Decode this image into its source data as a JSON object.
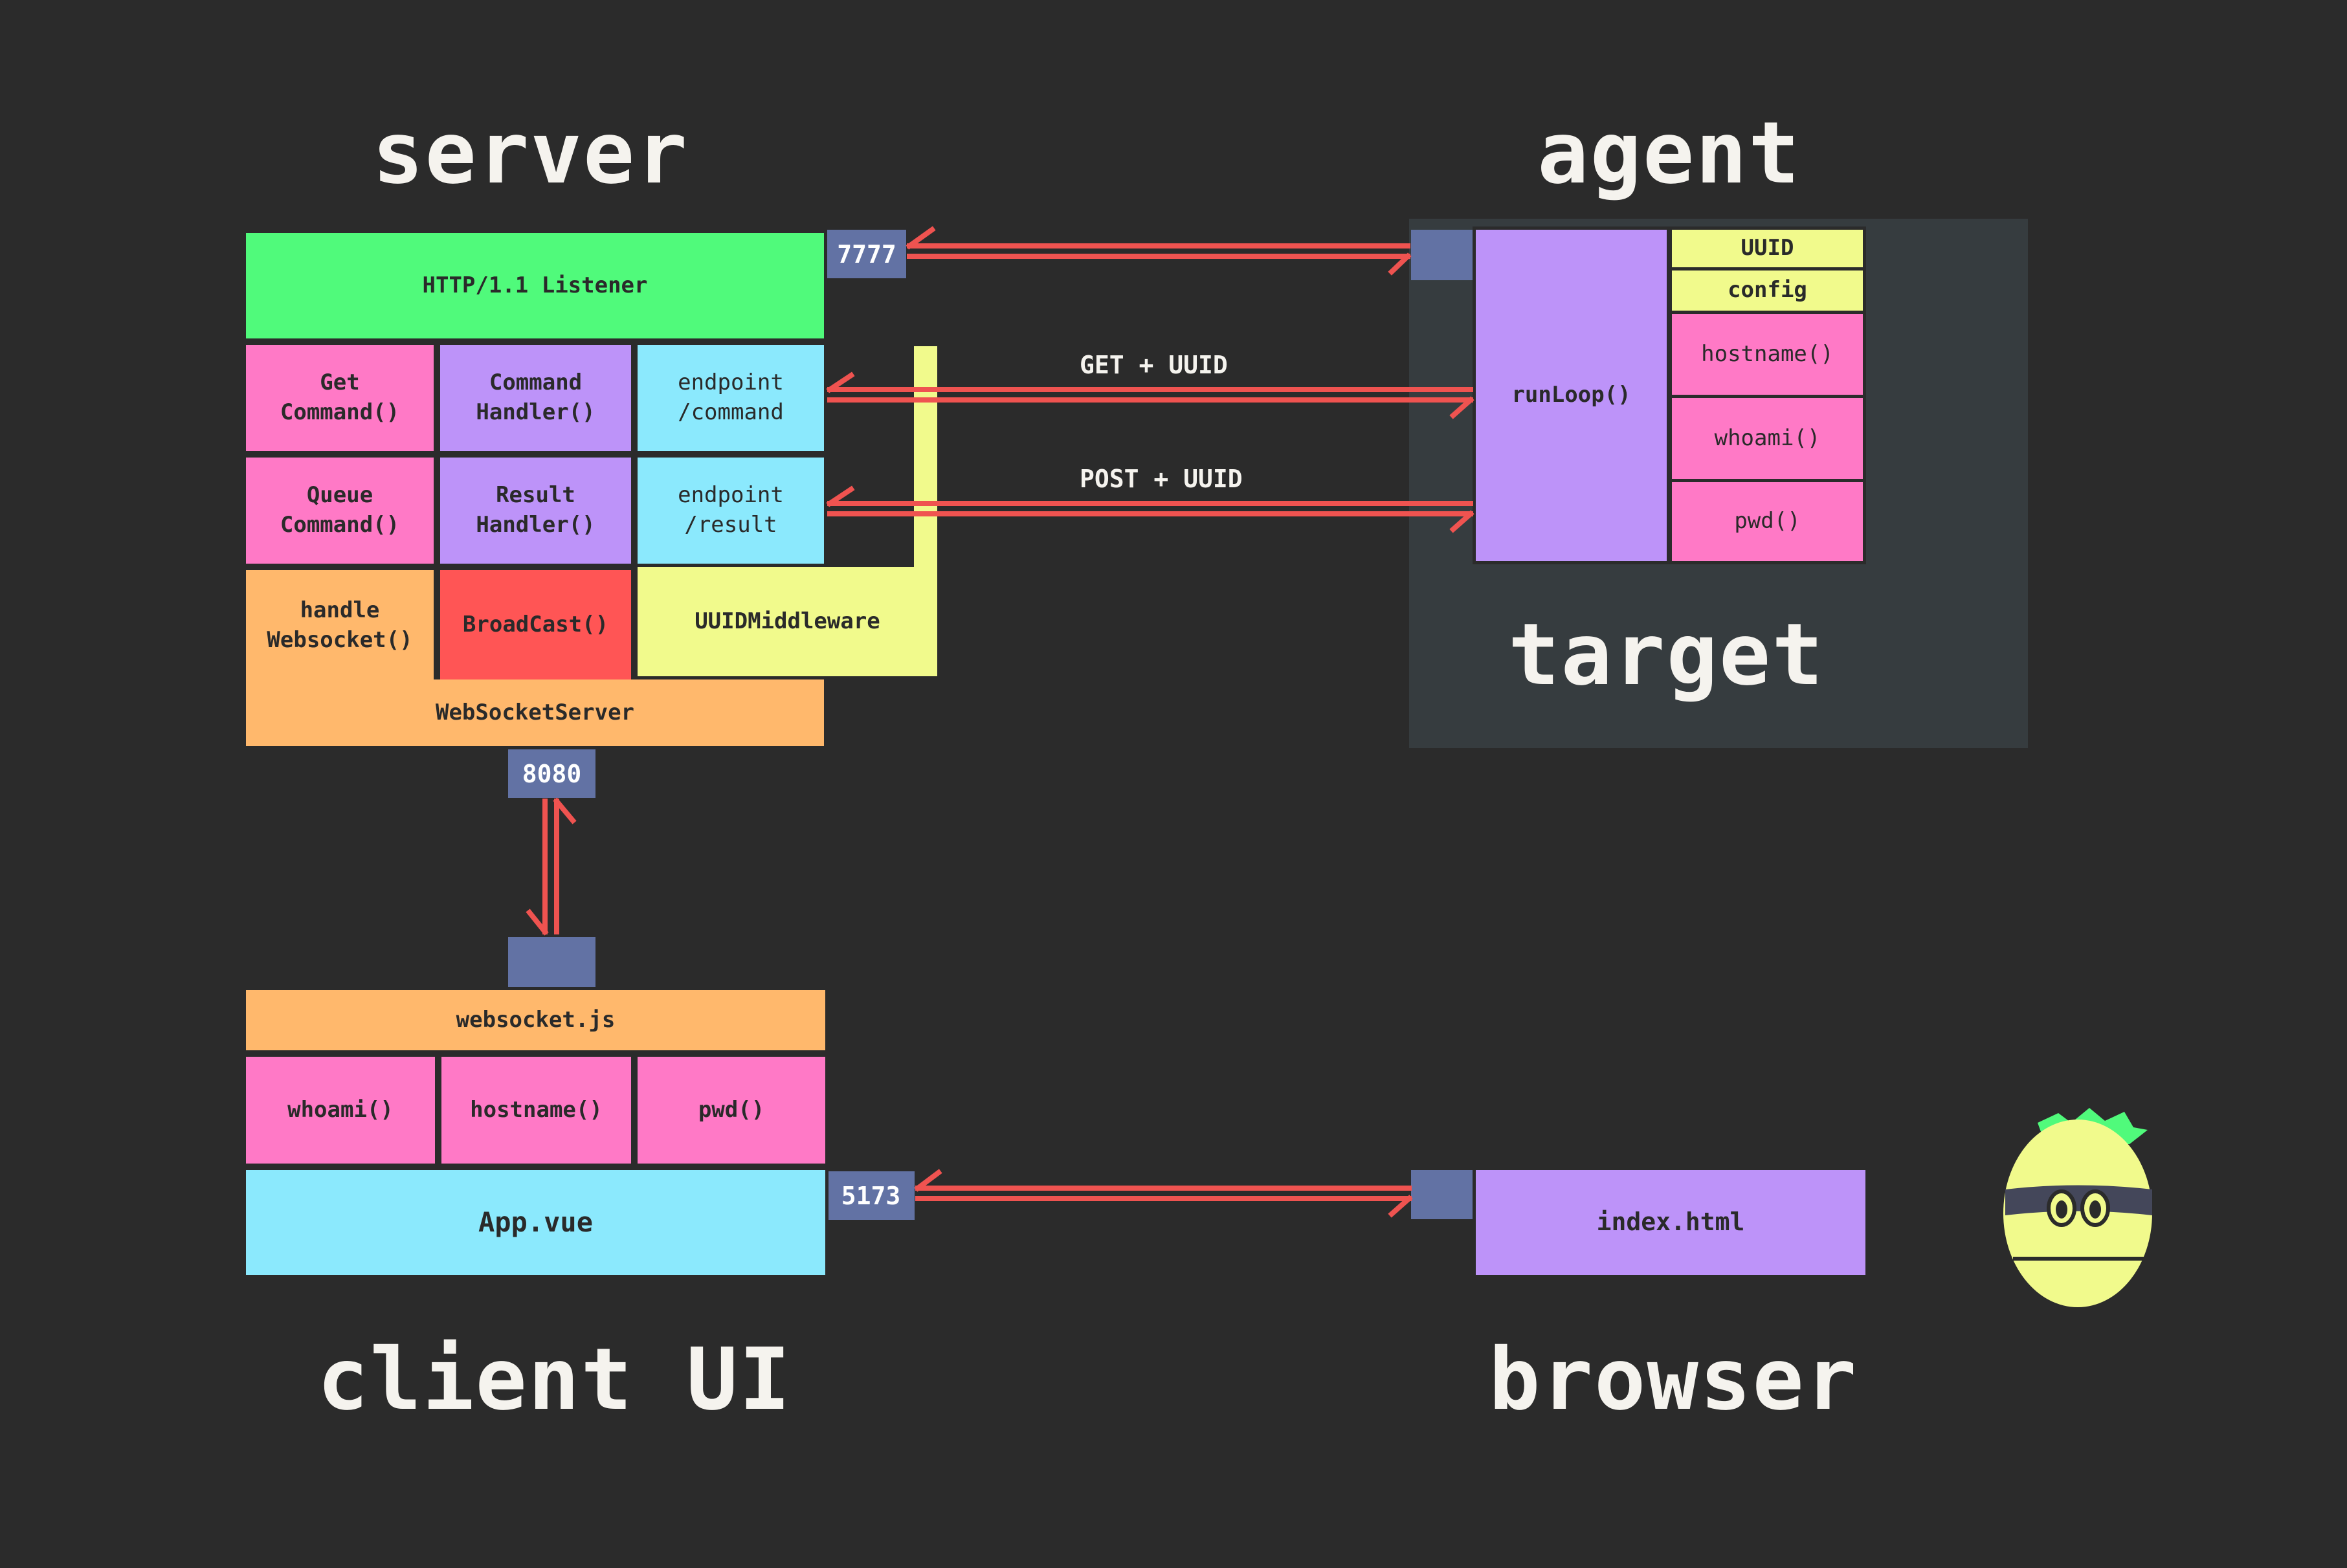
{
  "titles": {
    "server": "server",
    "agent": "agent",
    "target": "target",
    "client": "client UI",
    "browser": "browser"
  },
  "server": {
    "listener": "HTTP/1.1 Listener",
    "get_command": "Get\nCommand()",
    "command_handler": "Command\nHandler()",
    "endpoint_command": "endpoint\n/command",
    "queue_command": "Queue\nCommand()",
    "result_handler": "Result\nHandler()",
    "endpoint_result": "endpoint\n/result",
    "handle_websocket": "handle\nWebsocket()",
    "broadcast": "BroadCast()",
    "uuid_middleware": "UUIDMiddleware",
    "websocket_server": "WebSocketServer"
  },
  "ports": {
    "p7777": "7777",
    "p8080": "8080",
    "p5173": "5173"
  },
  "links": {
    "get_uuid": "GET + UUID",
    "post_uuid": "POST + UUID"
  },
  "agent": {
    "runloop": "runLoop()",
    "uuid": "UUID",
    "config": "config",
    "hostname": "hostname()",
    "whoami": "whoami()",
    "pwd": "pwd()"
  },
  "client": {
    "websocket_js": "websocket.js",
    "whoami": "whoami()",
    "hostname": "hostname()",
    "pwd": "pwd()",
    "app_vue": "App.vue"
  },
  "browser": {
    "index_html": "index.html"
  },
  "colors": {
    "background": "#2b2b2b",
    "target_panel": "#363c3f",
    "arrow": "#ef5350",
    "port": "#6272a4",
    "green": "#50fa7b",
    "pink": "#ff79c6",
    "purple": "#bd93f9",
    "cyan": "#8be9fd",
    "yellow": "#f1fa8c",
    "orange": "#ffb86c",
    "red": "#ff5555"
  },
  "mascot_icon": "bandit-mascot-icon"
}
